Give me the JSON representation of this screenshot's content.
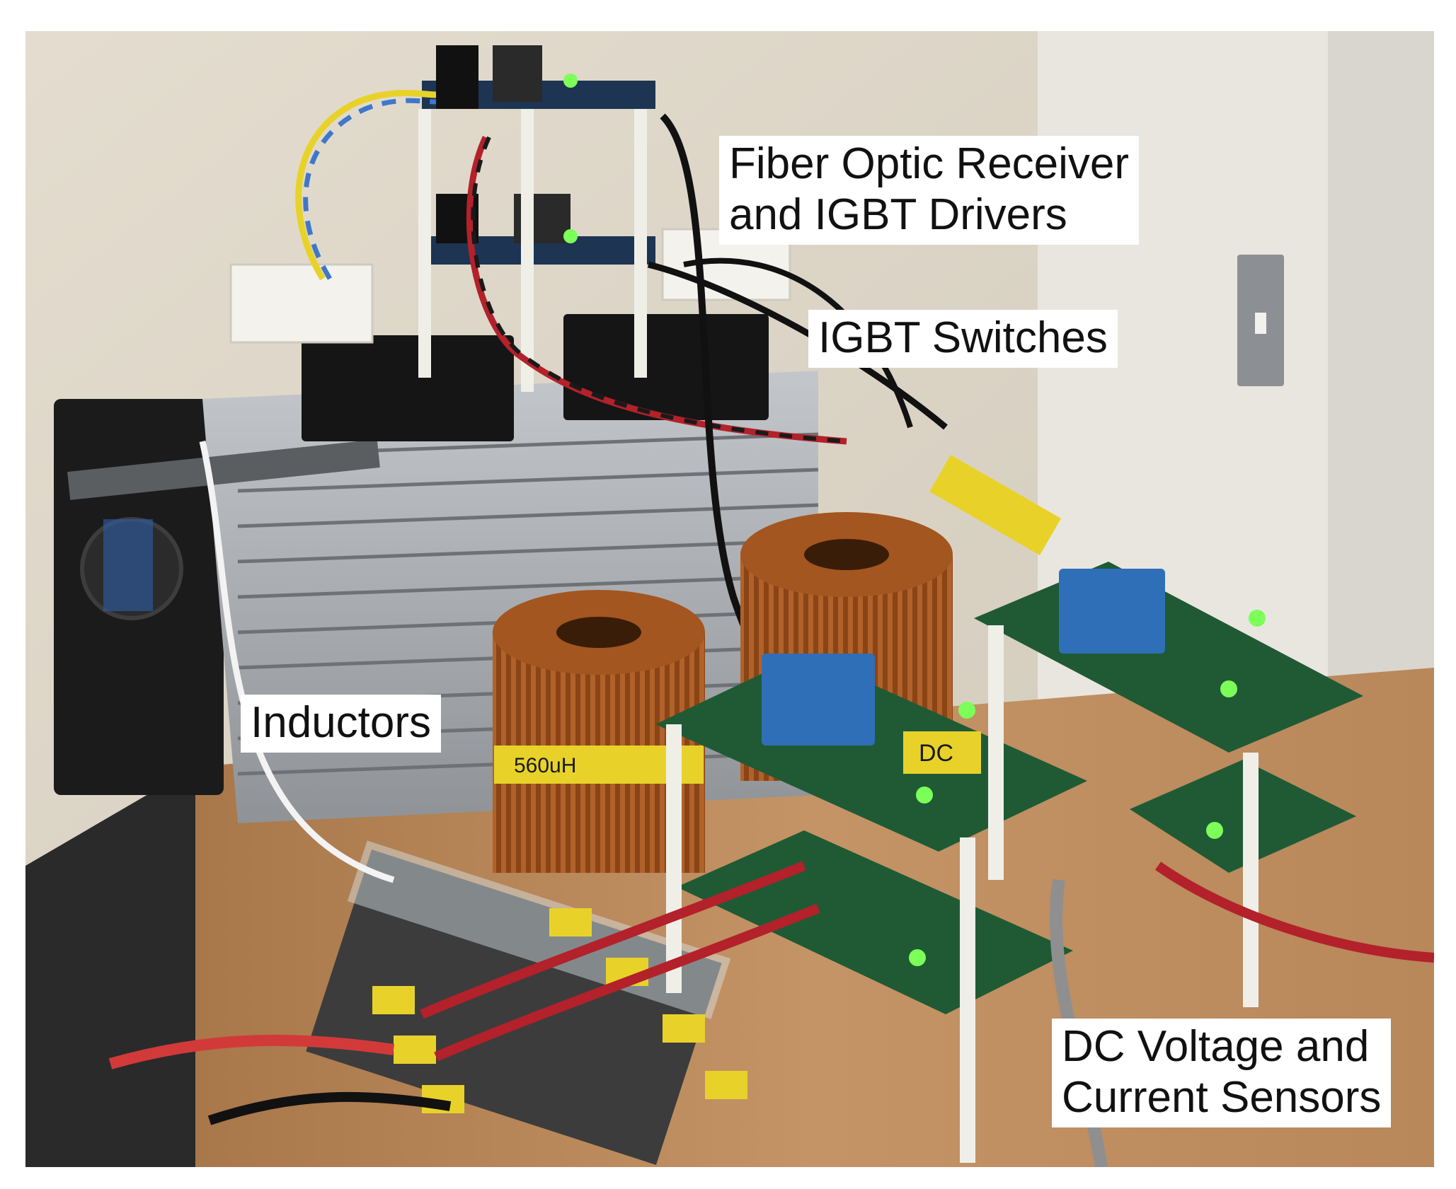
{
  "labels": {
    "fiber_optic": {
      "line1": "Fiber Optic Receiver",
      "line2": "and IGBT Drivers"
    },
    "igbt_switches": "IGBT Switches",
    "inductors": "Inductors",
    "dc_sensors": {
      "line1": "DC Voltage and",
      "line2": "Current Sensors"
    }
  },
  "inductor_tag": "560uH",
  "board_tag": "DC",
  "colors": {
    "wall": "#dcd6c8",
    "heatsink": "#a9adb1",
    "copper": "#9a4e1c",
    "pcb": "#1f5a35",
    "sensor_block": "#2f6fb8",
    "wood": "#b8895a",
    "wire_yellow": "#e8d22a",
    "wire_red": "#b3212a",
    "led_green": "#7dff5a"
  }
}
